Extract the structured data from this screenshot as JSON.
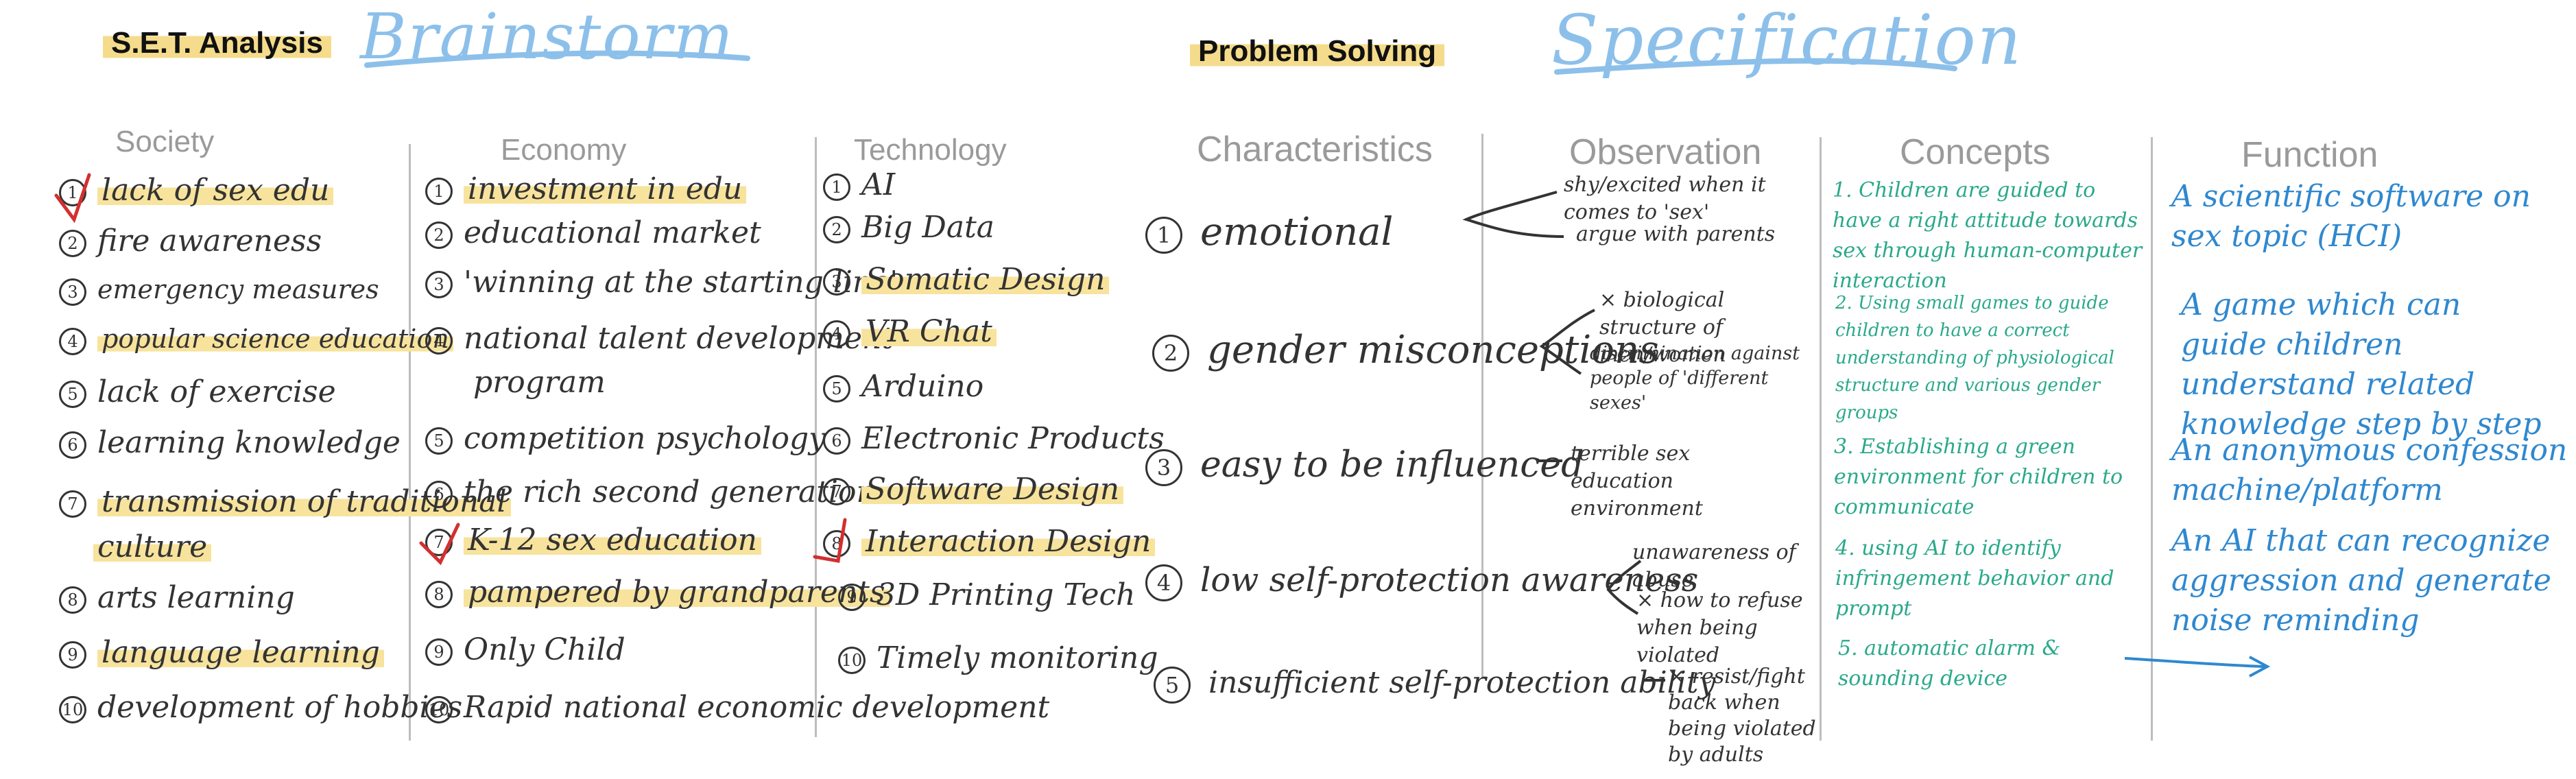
{
  "set_section": {
    "title": "S.E.T. Analysis",
    "subtitle": "Brainstorm",
    "society": {
      "header": "Society",
      "items": [
        {
          "n": "1",
          "text": "lack of sex edu"
        },
        {
          "n": "2",
          "text": "fire awareness"
        },
        {
          "n": "3",
          "text": "emergency measures"
        },
        {
          "n": "4",
          "text": "popular science education"
        },
        {
          "n": "5",
          "text": "lack of exercise"
        },
        {
          "n": "6",
          "text": "learning knowledge"
        },
        {
          "n": "7",
          "text": "transmission of traditional"
        },
        {
          "n": "",
          "text": "culture"
        },
        {
          "n": "8",
          "text": "arts learning"
        },
        {
          "n": "9",
          "text": "language learning"
        },
        {
          "n": "10",
          "text": "development of hobbies"
        }
      ]
    },
    "economy": {
      "header": "Economy",
      "items": [
        {
          "n": "1",
          "text": "investment in edu"
        },
        {
          "n": "2",
          "text": "educational market"
        },
        {
          "n": "3",
          "text": "'winning at the starting line'"
        },
        {
          "n": "4",
          "text": "national talent development"
        },
        {
          "n": "",
          "text": "program"
        },
        {
          "n": "5",
          "text": "competition psychology"
        },
        {
          "n": "6",
          "text": "the rich second generation"
        },
        {
          "n": "7",
          "text": "K-12 sex education"
        },
        {
          "n": "8",
          "text": "pampered by grandparents"
        },
        {
          "n": "9",
          "text": "Only Child"
        },
        {
          "n": "10",
          "text": "Rapid national economic development"
        }
      ]
    },
    "technology": {
      "header": "Technology",
      "items": [
        {
          "n": "1",
          "text": "AI"
        },
        {
          "n": "2",
          "text": "Big Data"
        },
        {
          "n": "3",
          "text": "Somatic Design"
        },
        {
          "n": "4",
          "text": "VR Chat"
        },
        {
          "n": "5",
          "text": "Arduino"
        },
        {
          "n": "6",
          "text": "Electronic Products"
        },
        {
          "n": "7",
          "text": "Software Design"
        },
        {
          "n": "8",
          "text": "Interaction Design"
        },
        {
          "n": "9",
          "text": "3D Printing Tech"
        },
        {
          "n": "10",
          "text": "Timely monitoring"
        }
      ]
    }
  },
  "ps_section": {
    "title": "Problem Solving",
    "subtitle": "Specification",
    "headers": {
      "characteristics": "Characteristics",
      "observation": "Observation",
      "concepts": "Concepts",
      "function": "Function"
    },
    "characteristics": [
      {
        "n": "1",
        "text": "emotional"
      },
      {
        "n": "2",
        "text": "gender misconceptions"
      },
      {
        "n": "3",
        "text": "easy to be influenced"
      },
      {
        "n": "4",
        "text": "low self-protection awareness"
      },
      {
        "n": "5",
        "text": "insufficient self-protection ability"
      }
    ],
    "observations": {
      "o1a": "shy/excited when it comes to 'sex'",
      "o1b": "argue with parents",
      "o2a": "× biological structure of men/women",
      "o2b": "discrimination against people of 'different sexes'",
      "o3": "terrible sex education environment",
      "o4a": "unawareness of abuse",
      "o4b": "× how to refuse when being violated",
      "o5": "× resist/fight back when being violated by adults"
    },
    "concepts": [
      "1. Children are guided to have a right attitude towards sex through human-computer interaction",
      "2. Using small games to guide children to have a correct understanding of physiological structure and various gender groups",
      "3. Establishing a green environment for children to communicate",
      "4. using AI to identify infringement behavior and prompt",
      "5. automatic alarm & sounding device"
    ],
    "functions": [
      "A scientific software on sex topic (HCI)",
      "A game which can guide children understand related knowledge step by step",
      "An anonymous confession machine/platform",
      "An AI that can recognize aggression and generate noise reminding"
    ]
  },
  "colors": {
    "highlight": "#f7e39c",
    "script_blue": "#8cc0ea",
    "concept_green": "#2aa98a",
    "function_blue": "#2f88cf",
    "check_red": "#d32f2f"
  }
}
